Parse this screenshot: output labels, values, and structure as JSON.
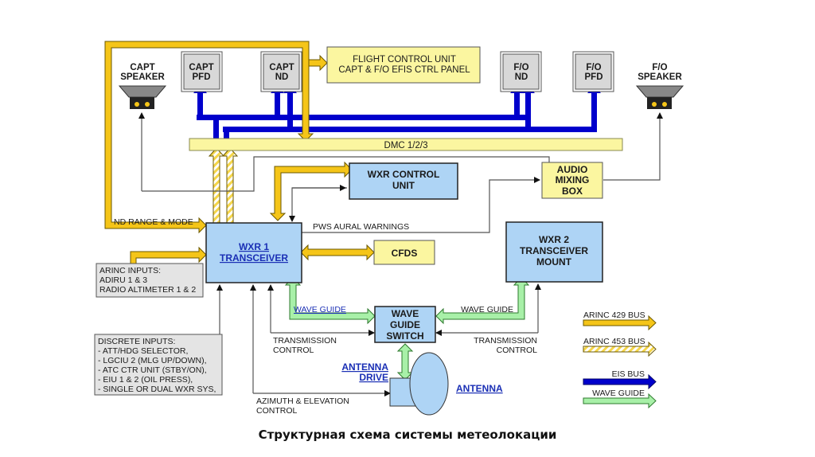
{
  "caption": "Структурная схема системы метеолокации",
  "colors": {
    "arinc429": "#f5c518",
    "arinc429_stroke": "#6b5800",
    "arinc453_stripe": "#f5d64a",
    "eis_bus": "#0000cc",
    "wave_guide": "#a8f0a8",
    "wave_guide_stroke": "#2d7a2d",
    "blue_box": "#aed4f5",
    "yellow_box": "#fbf6a0",
    "grey_box": "#e4e4e4",
    "display_box": "#d8d8d8",
    "link_text": "#1a2fb5"
  },
  "components": {
    "capt_speaker": [
      "CAPT",
      "SPEAKER"
    ],
    "capt_pfd": [
      "CAPT",
      "PFD"
    ],
    "capt_nd": [
      "CAPT",
      "ND"
    ],
    "fcu": [
      "FLIGHT CONTROL UNIT",
      "CAPT & F/O EFIS CTRL PANEL"
    ],
    "fo_nd": [
      "F/O",
      "ND"
    ],
    "fo_pfd": [
      "F/O",
      "PFD"
    ],
    "fo_speaker": [
      "F/O",
      "SPEAKER"
    ],
    "dmc": "DMC 1/2/3",
    "wxr_control_unit": [
      "WXR CONTROL",
      "UNIT"
    ],
    "audio_mixing_box": [
      "AUDIO",
      "MIXING",
      "BOX"
    ],
    "wxr1_transceiver": [
      "WXR 1",
      "TRANSCEIVER"
    ],
    "cfds": "CFDS",
    "wxr2_mount": [
      "WXR 2",
      "TRANSCEIVER",
      "MOUNT"
    ],
    "wave_guide_switch": [
      "WAVE",
      "GUIDE",
      "SWITCH"
    ],
    "antenna_drive": [
      "ANTENNA",
      "DRIVE"
    ],
    "antenna": "ANTENNA",
    "arinc_inputs": [
      "ARINC INPUTS:",
      "ADIRU 1 & 3",
      "RADIO ALTIMETER 1 & 2"
    ],
    "discrete_inputs": [
      "DISCRETE INPUTS:",
      "- ATT/HDG SELECTOR,",
      "- LGCIU 2 (MLG UP/DOWN),",
      "- ATC CTR UNIT (STBY/ON),",
      "- EIU 1 & 2 (OIL PRESS),",
      "- SINGLE OR DUAL WXR SYS,"
    ]
  },
  "signal_labels": {
    "nd_range_mode": "ND RANGE & MODE",
    "pws_aural": "PWS AURAL WARNINGS",
    "wave_guide_left": "WAVE GUIDE",
    "wave_guide_right": "WAVE GUIDE",
    "transmission_control_left": [
      "TRANSMISSION",
      "CONTROL"
    ],
    "transmission_control_right": [
      "TRANSMISSION",
      "CONTROL"
    ],
    "azimuth_elevation": [
      "AZIMUTH & ELEVATION",
      "CONTROL"
    ]
  },
  "legend": [
    {
      "label": "ARINC 429 BUS",
      "type": "arinc429"
    },
    {
      "label": "ARINC 453 BUS",
      "type": "arinc453"
    },
    {
      "label": "EIS BUS",
      "type": "eis"
    },
    {
      "label": "WAVE GUIDE",
      "type": "waveguide"
    }
  ]
}
